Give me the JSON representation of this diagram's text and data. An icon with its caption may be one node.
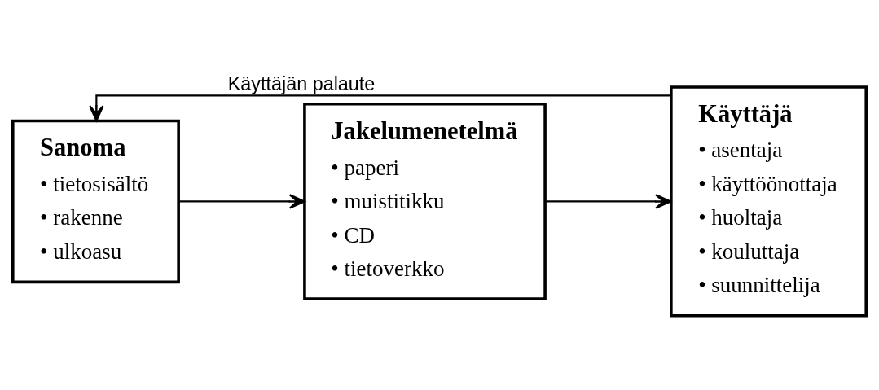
{
  "diagram": {
    "nodes": [
      {
        "text": [
          "Sanoma",
          "• tietosisältö",
          "• rakenne",
          "• ulkoasu"
        ]
      },
      {
        "text": [
          "Jakelumenetelmä",
          "• paperi",
          "• muistitikku",
          "• CD",
          "• tietoverkko"
        ]
      },
      {
        "text": [
          "Käyttäjä",
          "• asentaja",
          "• käyttöönottaja",
          "• huoltaja",
          "• kouluttaja",
          "• suunnittelija"
        ]
      }
    ],
    "edges": [
      {
        "from": 0,
        "to": 1,
        "arrow": "to"
      },
      {
        "from": 1,
        "to": 2,
        "arrow": "to"
      },
      {
        "from": 2,
        "to": 0,
        "arrow": "to",
        "label": "Käyttäjän palaute"
      }
    ]
  }
}
